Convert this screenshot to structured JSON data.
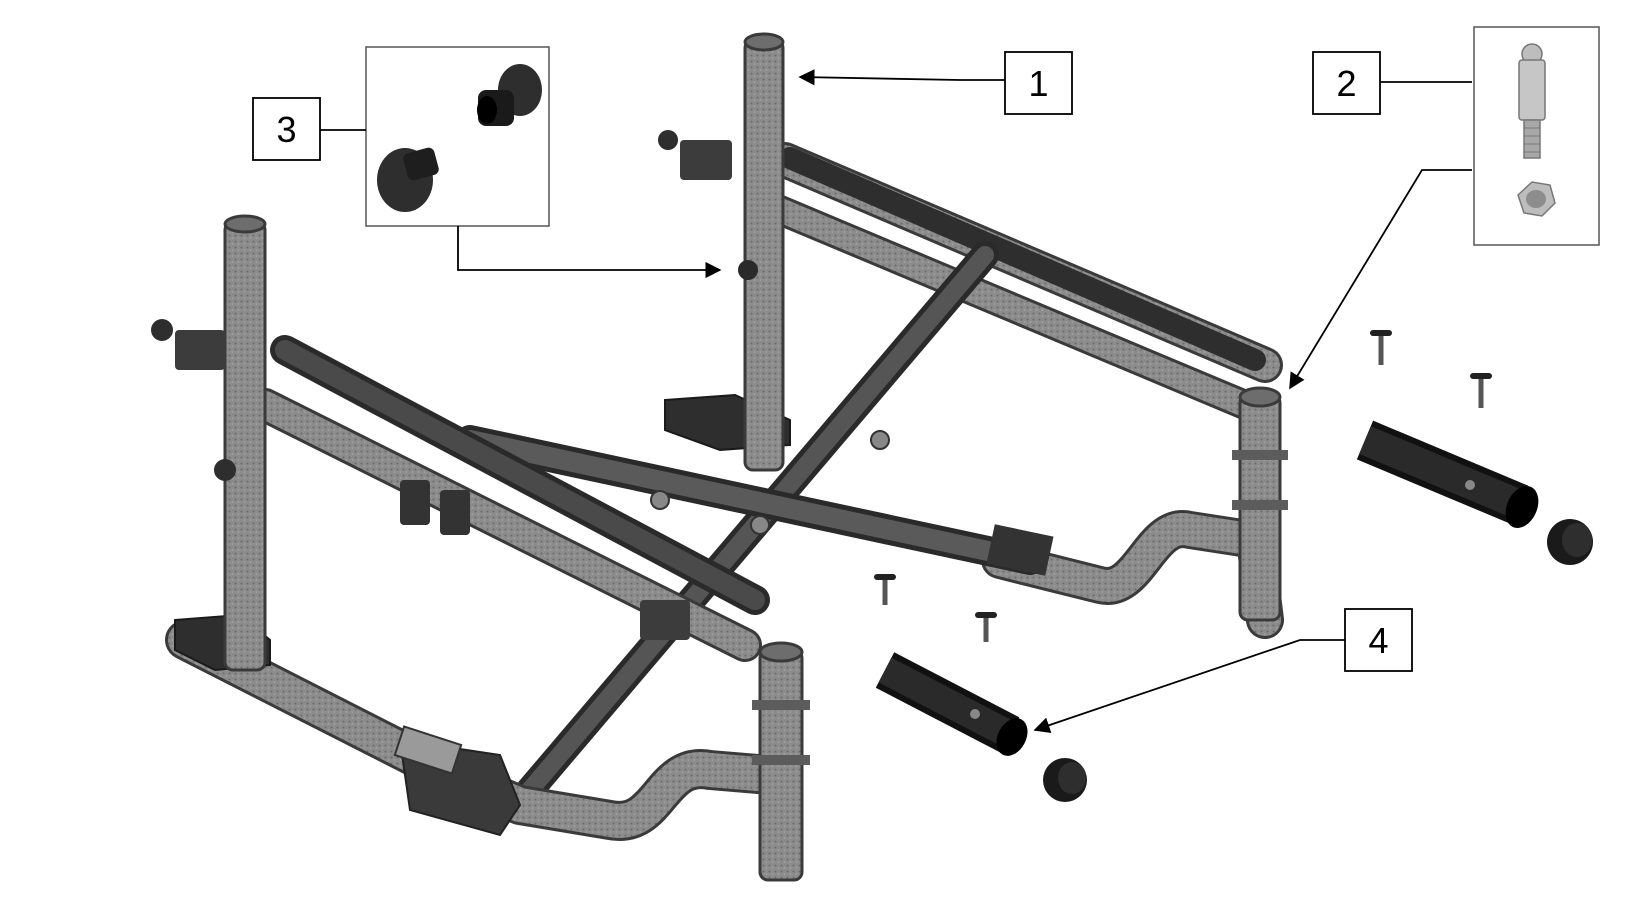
{
  "diagram": {
    "callouts": [
      {
        "id": "1",
        "label": "1"
      },
      {
        "id": "2",
        "label": "2"
      },
      {
        "id": "3",
        "label": "3"
      },
      {
        "id": "4",
        "label": "4"
      }
    ],
    "colors": {
      "tube_fill": "#8a8a8a",
      "tube_dark": "#5c5c5c",
      "tube_edge": "#3a3a3a",
      "black_part": "#1a1a1a",
      "box_stroke": "#000000",
      "inset_stroke": "#555555",
      "background": "#ffffff"
    }
  }
}
